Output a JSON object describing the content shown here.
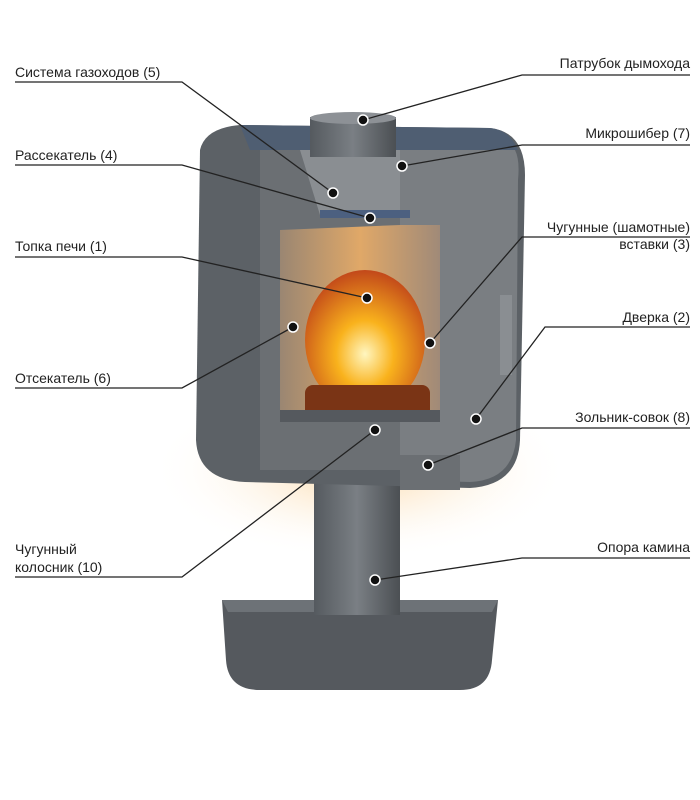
{
  "labels": {
    "flue_system": "Система газоходов (5)",
    "splitter": "Рассекатель (4)",
    "firebox": "Топка печи (1)",
    "cutoff": "Отсекатель (6)",
    "grate_line1": "Чугунный",
    "grate_line2": "колосник (10)",
    "chimney_pipe": "Патрубок дымохода",
    "micro_damper": "Микрошибер (7)",
    "inserts_line1": "Чугунные (шамотные)",
    "inserts_line2": "вставки (3)",
    "door": "Дверка (2)",
    "ash_pan": "Зольник-совок (8)",
    "stand": "Опора камина"
  },
  "colors": {
    "body": "#5f6469",
    "dark": "#3e4246",
    "fire": "#f7a21b",
    "leader": "#222222"
  }
}
